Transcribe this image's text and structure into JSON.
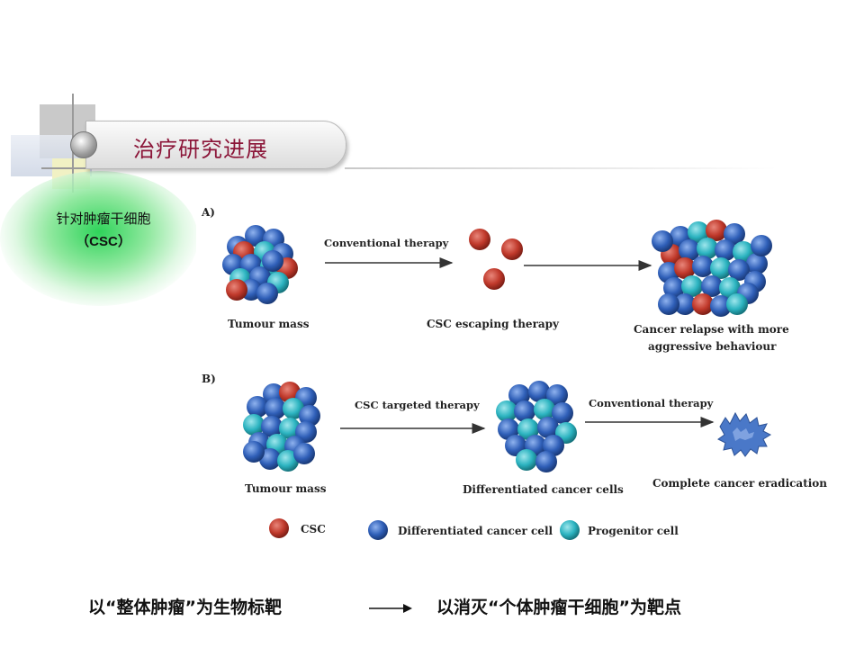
{
  "title": "治疗研究进展",
  "side_label": {
    "line1": "针对肿瘤干细胞",
    "line2": "（CSC）"
  },
  "panel_a": {
    "label": "A)",
    "start_caption": "Tumour mass",
    "arrow1_label": "Conventional therapy",
    "mid_caption": "CSC escaping therapy",
    "end_caption_line1": "Cancer relapse with more",
    "end_caption_line2": "aggressive behaviour"
  },
  "panel_b": {
    "label": "B)",
    "start_caption": "Tumour mass",
    "arrow1_label": "CSC targeted  therapy",
    "mid_caption": "Differentiated cancer cells",
    "arrow2_label": "Conventional therapy",
    "end_caption": "Complete cancer eradication"
  },
  "legend": [
    {
      "label": "CSC",
      "color": "#c0392b"
    },
    {
      "label": "Differentiated cancer cell",
      "color": "#2f5fb8"
    },
    {
      "label": "Progenitor cell",
      "color": "#2bb3c0"
    }
  ],
  "bottom": {
    "left": "以“整体肿瘤”为生物标靶",
    "right": "以消灭“个体肿瘤干细胞”为靶点"
  },
  "colors": {
    "csc": "#c0392b",
    "differentiated": "#2f5fb8",
    "progenitor": "#2bb3c0",
    "title": "#8b1538"
  }
}
